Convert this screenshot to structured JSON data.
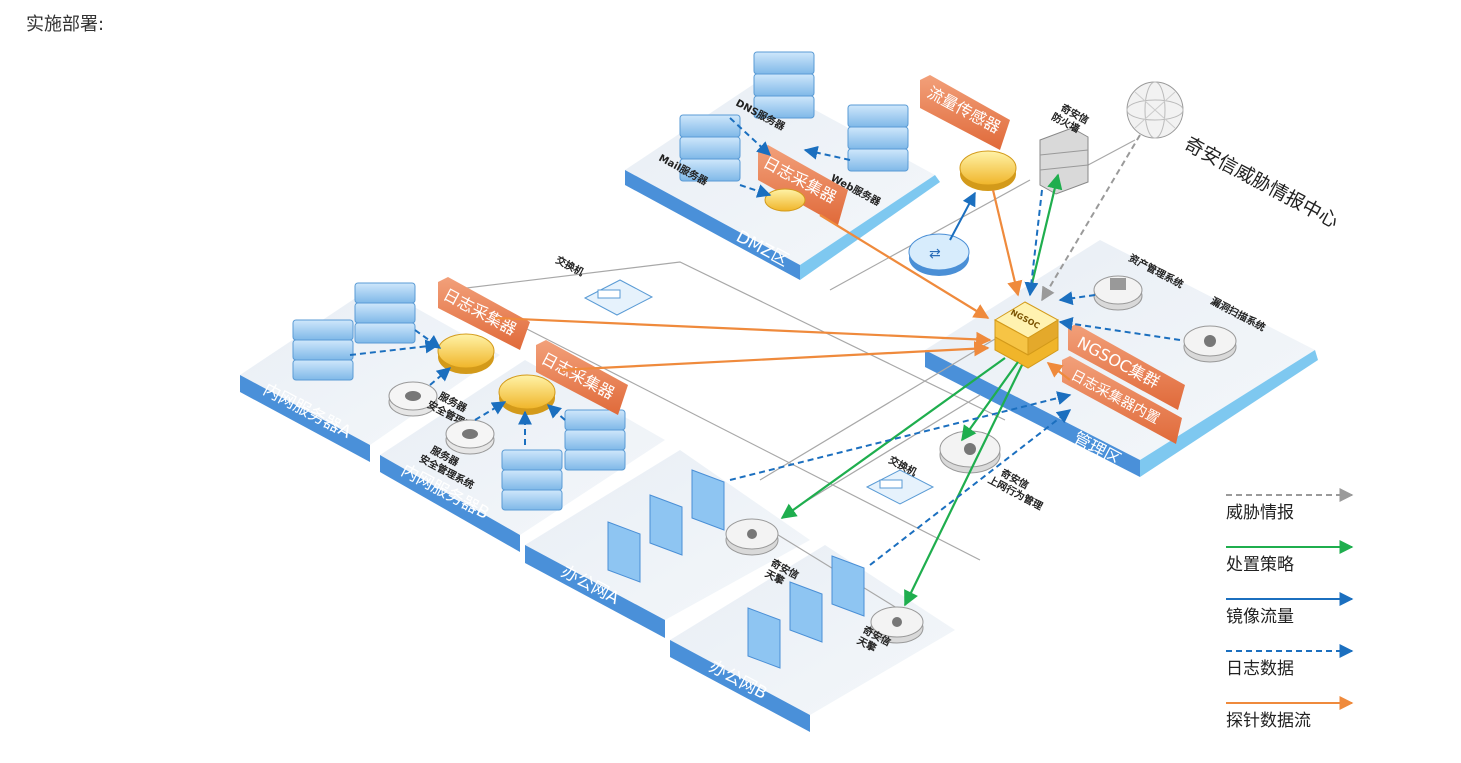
{
  "heading": "实施部署:",
  "zones": {
    "dmz": "DMZ区",
    "server_a": "内网服务器A",
    "server_b": "内网服务器B",
    "office_a": "办公网A",
    "office_b": "办公网B",
    "mgmt": "管理区"
  },
  "nodes": {
    "dns_server": "DNS服务器",
    "mail_server": "Mail服务器",
    "web_server": "Web服务器",
    "log_collector": "日志采集器",
    "flow_sensor": "流量传感器",
    "firewall": "奇安信\n防火墙",
    "switch": "交换机",
    "server_security_a": "服务器\n安全管理系统",
    "server_security_b": "服务器\n安全管理系统",
    "asset_mgmt": "资产管理系统",
    "vuln_scan": "漏洞扫描系统",
    "ngsoc_cluster": "NGSOC集群",
    "log_collector_builtin": "日志采集器内置",
    "ngsoc_core": "NGSOC",
    "behavior_mgmt": "奇安信\n上网行为管理",
    "tianqing_a": "奇安信\n天擎",
    "tianqing_b": "奇安信\n天擎"
  },
  "threat_center": "奇安信威胁情报中心",
  "legend": [
    {
      "label": "威胁情报",
      "color": "#9a9a9a",
      "style": "dashed"
    },
    {
      "label": "处置策略",
      "color": "#1fae4e",
      "style": "solid"
    },
    {
      "label": "镜像流量",
      "color": "#1b6fbf",
      "style": "solid"
    },
    {
      "label": "日志数据",
      "color": "#1b6fbf",
      "style": "dashed"
    },
    {
      "label": "探针数据流",
      "color": "#ef8a3c",
      "style": "solid"
    }
  ]
}
